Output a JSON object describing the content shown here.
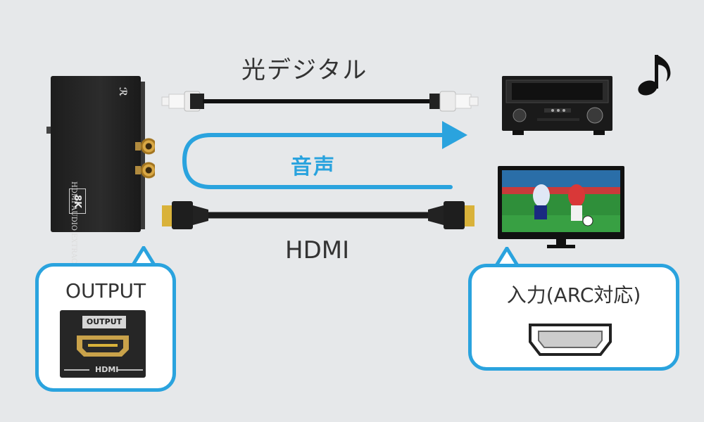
{
  "labels": {
    "optical": "光デジタル",
    "audio": "音声",
    "hdmi": "HDMI"
  },
  "extractor": {
    "product_text": "HDMI AUDIO EXTRACTOR",
    "badge": "8K"
  },
  "output_bubble": {
    "title": "OUTPUT",
    "port_label": "OUTPUT",
    "port_text": "HDMI"
  },
  "input_bubble": {
    "title": "入力(ARC対応)"
  },
  "colors": {
    "accent": "#2aa3de",
    "background": "#e6e8ea",
    "hdmi_gold": "#d9b23a"
  },
  "icons": {
    "music": "music-note-icon"
  }
}
